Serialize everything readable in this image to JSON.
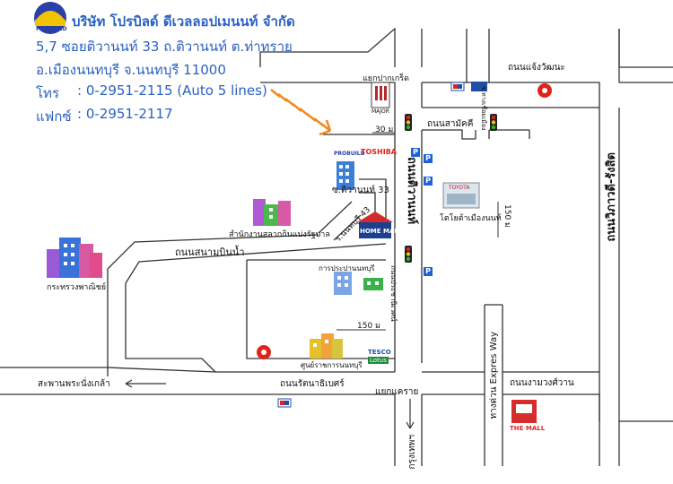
{
  "header": {
    "company": "บริษัท โปรบิลด์ ดีเวลลอปเมนนท์ จำกัด",
    "address1": "5,7 ซอยติวานนท์ 33 ถ.ติวานนท์ ต.ท่าทราย",
    "address2": "อ.เมืองนนทบุรี จ.นนทบุรี 11000",
    "phone_label": "โทร",
    "phone_value": ": 0-2951-2115 (Auto 5 lines)",
    "fax_label": "แฟกซ์",
    "fax_value": ": 0-2951-2117",
    "logo_text": "PROBUILD"
  },
  "roads": {
    "tiwanon": "ถนนติวานนท์",
    "chaengwattana": "ถนนแจ้งวัฒนะ",
    "samakkhi": "ถนนสามัคคี",
    "sanambinnam": "ถนนสนามบินน้ำ",
    "rattanathibet": "ถนนรัตนาธิเบศร์",
    "ngamwongwan": "ถนนงามวงศ์วาน",
    "vibhavadi": "ถนนวิภาวดี-รังสิต",
    "expressway": "ทางด่วน Expres Way",
    "soi33": "ซ.ติวานนท์ 33",
    "soi_nonthaburi43": "ร.นนทบุรี 43",
    "prachaniwet": "ถนนประชานิเวศน์",
    "soi_right_small": "ซ.ทางเชื่อมเมือง"
  },
  "junctions": {
    "pakkret": "แยกปากเกร็ด",
    "khae_rai": "แยกแคราย"
  },
  "directions": {
    "phra_nang_klao": "สะพานพระนั่งเกล้า",
    "bangkok": "กรุงเทพฯ"
  },
  "places": {
    "lottery_office": "สำนักงานสลากกินแบ่งรัฐบาล",
    "commerce_ministry": "กระทรวงพาณิชย์",
    "water_authority": "การประปานนทบุรี",
    "nonthaburi_center": "ศูนย์ราชการนนทบุรี",
    "toyota_dealer": "โตโยต้าเมืองนนท์",
    "major": "MAJOR",
    "toshiba": "TOSHIBA",
    "home_mart": "HOME MART",
    "tesco": "TESCO",
    "lotus": "Lotus",
    "the_mall": "THE MALL",
    "toyota": "TOYOTA",
    "probuild_tag": "PROBUILD",
    "parking": "P"
  },
  "distances": {
    "d30": "30 ม",
    "d150_bottom": "150 ม",
    "d150_right": "150 ม"
  },
  "colors": {
    "header_text": "#2a61c2",
    "road_line": "#333333",
    "arrow": "#f08a1c",
    "parking": "#1c63d6",
    "bank_red": "#e2231a"
  }
}
